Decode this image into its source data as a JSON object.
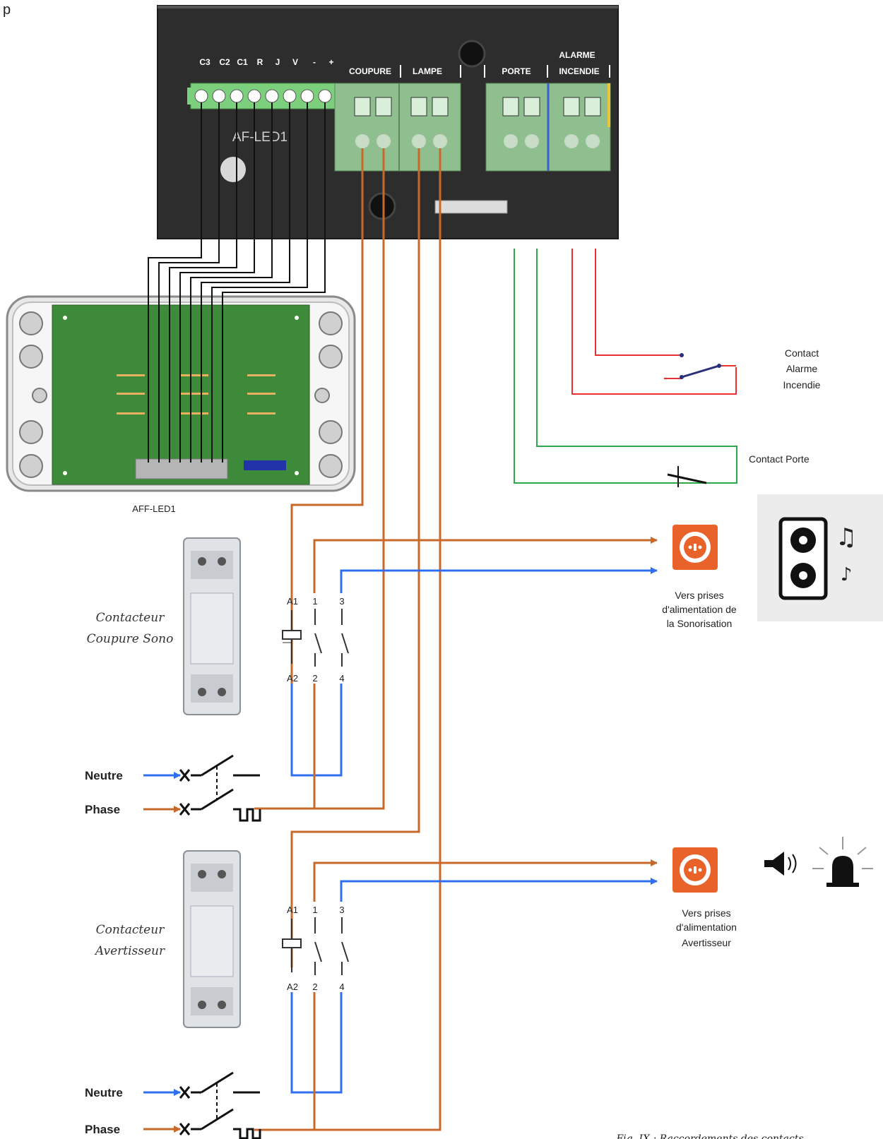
{
  "top_marker": "p",
  "panel": {
    "terminal_labels": [
      "C3",
      "C2",
      "C1",
      "R",
      "J",
      "V",
      "-",
      "+"
    ],
    "board_label": "AF-LED1",
    "coupure": "COUPURE",
    "lampe": "LAMPE",
    "porte": "PORTE",
    "alarme": "ALARME",
    "incendie": "INCENDIE"
  },
  "board": {
    "caption": "AFF-LED1"
  },
  "contacts": {
    "alarme": [
      "Contact",
      "Alarme",
      "Incendie"
    ],
    "porte": "Contact Porte"
  },
  "contactor1": {
    "title": [
      "Contacteur",
      "Coupure Sono"
    ],
    "terminals": [
      "A1",
      "1",
      "3",
      "A2",
      "2",
      "4"
    ]
  },
  "contactor2": {
    "title": [
      "Contacteur",
      "Avertisseur"
    ],
    "terminals": [
      "A1",
      "1",
      "3",
      "A2",
      "2",
      "4"
    ]
  },
  "supply1": {
    "neutre": "Neutre",
    "phase": "Phase"
  },
  "supply2": {
    "neutre": "Neutre",
    "phase": "Phase"
  },
  "outlet1": [
    "Vers prises",
    "d'alimentation de",
    "la Sonorisation"
  ],
  "outlet2": [
    "Vers prises",
    "d'alimentation",
    "Avertisseur"
  ],
  "caption": "Fig. IX : Raccordements des contacts",
  "colors": {
    "phase": "#c8692a",
    "neutre": "#2f6ff0",
    "alarme": "#e83030",
    "porte": "#2aa84a",
    "panel": "#2d2d2d",
    "terminal": "#7ccf7c",
    "outlet": "#e8622a"
  }
}
